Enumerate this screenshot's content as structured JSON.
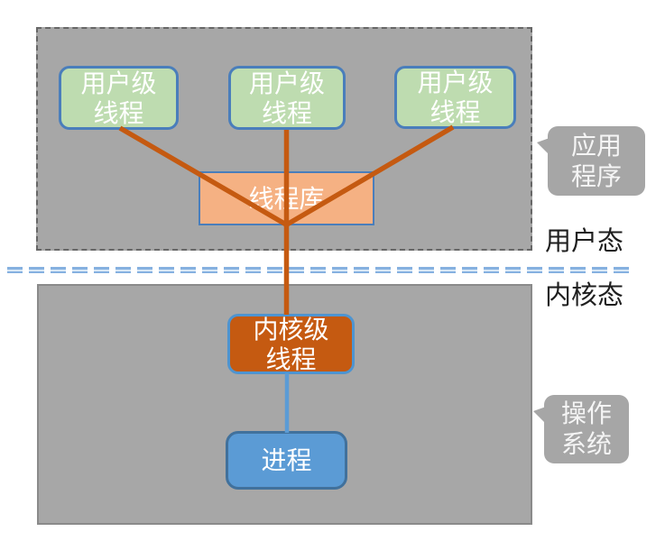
{
  "user_area": {
    "threads": [
      {
        "line1": "用户级",
        "line2": "线程"
      },
      {
        "line1": "用户级",
        "line2": "线程"
      },
      {
        "line1": "用户级",
        "line2": "线程"
      }
    ],
    "thread_library_label": "线程库"
  },
  "kernel_area": {
    "kernel_thread": {
      "line1": "内核级",
      "line2": "线程"
    },
    "process_label": "进程"
  },
  "callouts": {
    "application": {
      "line1": "应用",
      "line2": "程序"
    },
    "os": {
      "line1": "操作",
      "line2": "系统"
    }
  },
  "mode_labels": {
    "user": "用户态",
    "kernel": "内核态"
  },
  "colors": {
    "region_gray": "#a7a7a7",
    "user_thread_green": "#bedcb0",
    "box_border_blue": "#4a7ebb",
    "thread_library_peach": "#f5b183",
    "connector_orange": "#c55a11",
    "kernel_thread_orange": "#c55a11",
    "process_blue": "#5b9bd5",
    "process_border_blue": "#41719c",
    "divider_dash_blue": "#86b1e0",
    "callout_gray": "#a6a6a6"
  }
}
